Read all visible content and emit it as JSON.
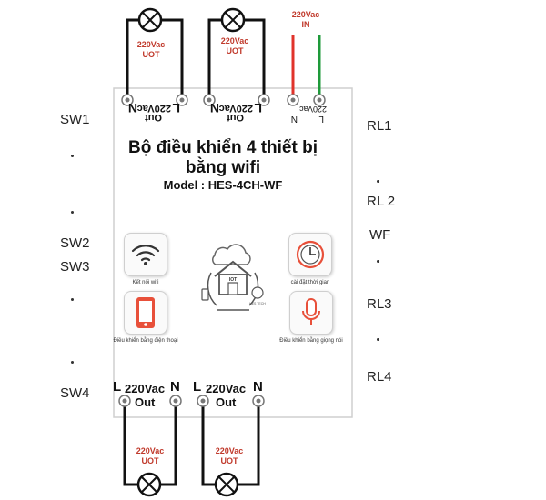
{
  "device": {
    "title_line1": "Bộ điều khiển 4 thiết bị",
    "title_line2": "bằng wifi",
    "model": "Model : HES-4CH-WF"
  },
  "top_lamps": [
    {
      "voltage": "220Vac",
      "label": "UOT"
    },
    {
      "voltage": "220Vac",
      "label": "UOT"
    }
  ],
  "bottom_lamps": [
    {
      "voltage": "220Vac",
      "label": "UOT"
    },
    {
      "voltage": "220Vac",
      "label": "UOT"
    }
  ],
  "power_in": {
    "voltage": "220Vac",
    "label": "IN"
  },
  "top_terminals": [
    {
      "n": "N",
      "mid": "220Vac",
      "out": "Out",
      "l": "L"
    },
    {
      "n": "N",
      "mid": "220Vac",
      "out": "Out",
      "l": "L"
    },
    {
      "n": "N",
      "mid": "220Vac",
      "l": "L"
    }
  ],
  "bottom_terminals": [
    {
      "l": "L",
      "mid": "220Vac",
      "out": "Out",
      "n": "N"
    },
    {
      "l": "L",
      "mid": "220Vac",
      "out": "Out",
      "n": "N"
    }
  ],
  "left_labels": [
    "SW1",
    "SW2",
    "SW3",
    "SW4"
  ],
  "right_labels": [
    "RL1",
    "RL 2",
    "WF",
    "RL3",
    "RL4"
  ],
  "features": {
    "wifi": "Kết nối wifi",
    "timer": "cài đặt thời gian",
    "phone": "Điều khiển bằng điện thoại",
    "voice": "Điều khiển bằng giọng nói",
    "logo": "HES TECH"
  },
  "colors": {
    "line_red": "#e0332b",
    "line_green": "#1e9a3a",
    "lamp_label": "#c0392b",
    "phone_red": "#e8503a"
  }
}
